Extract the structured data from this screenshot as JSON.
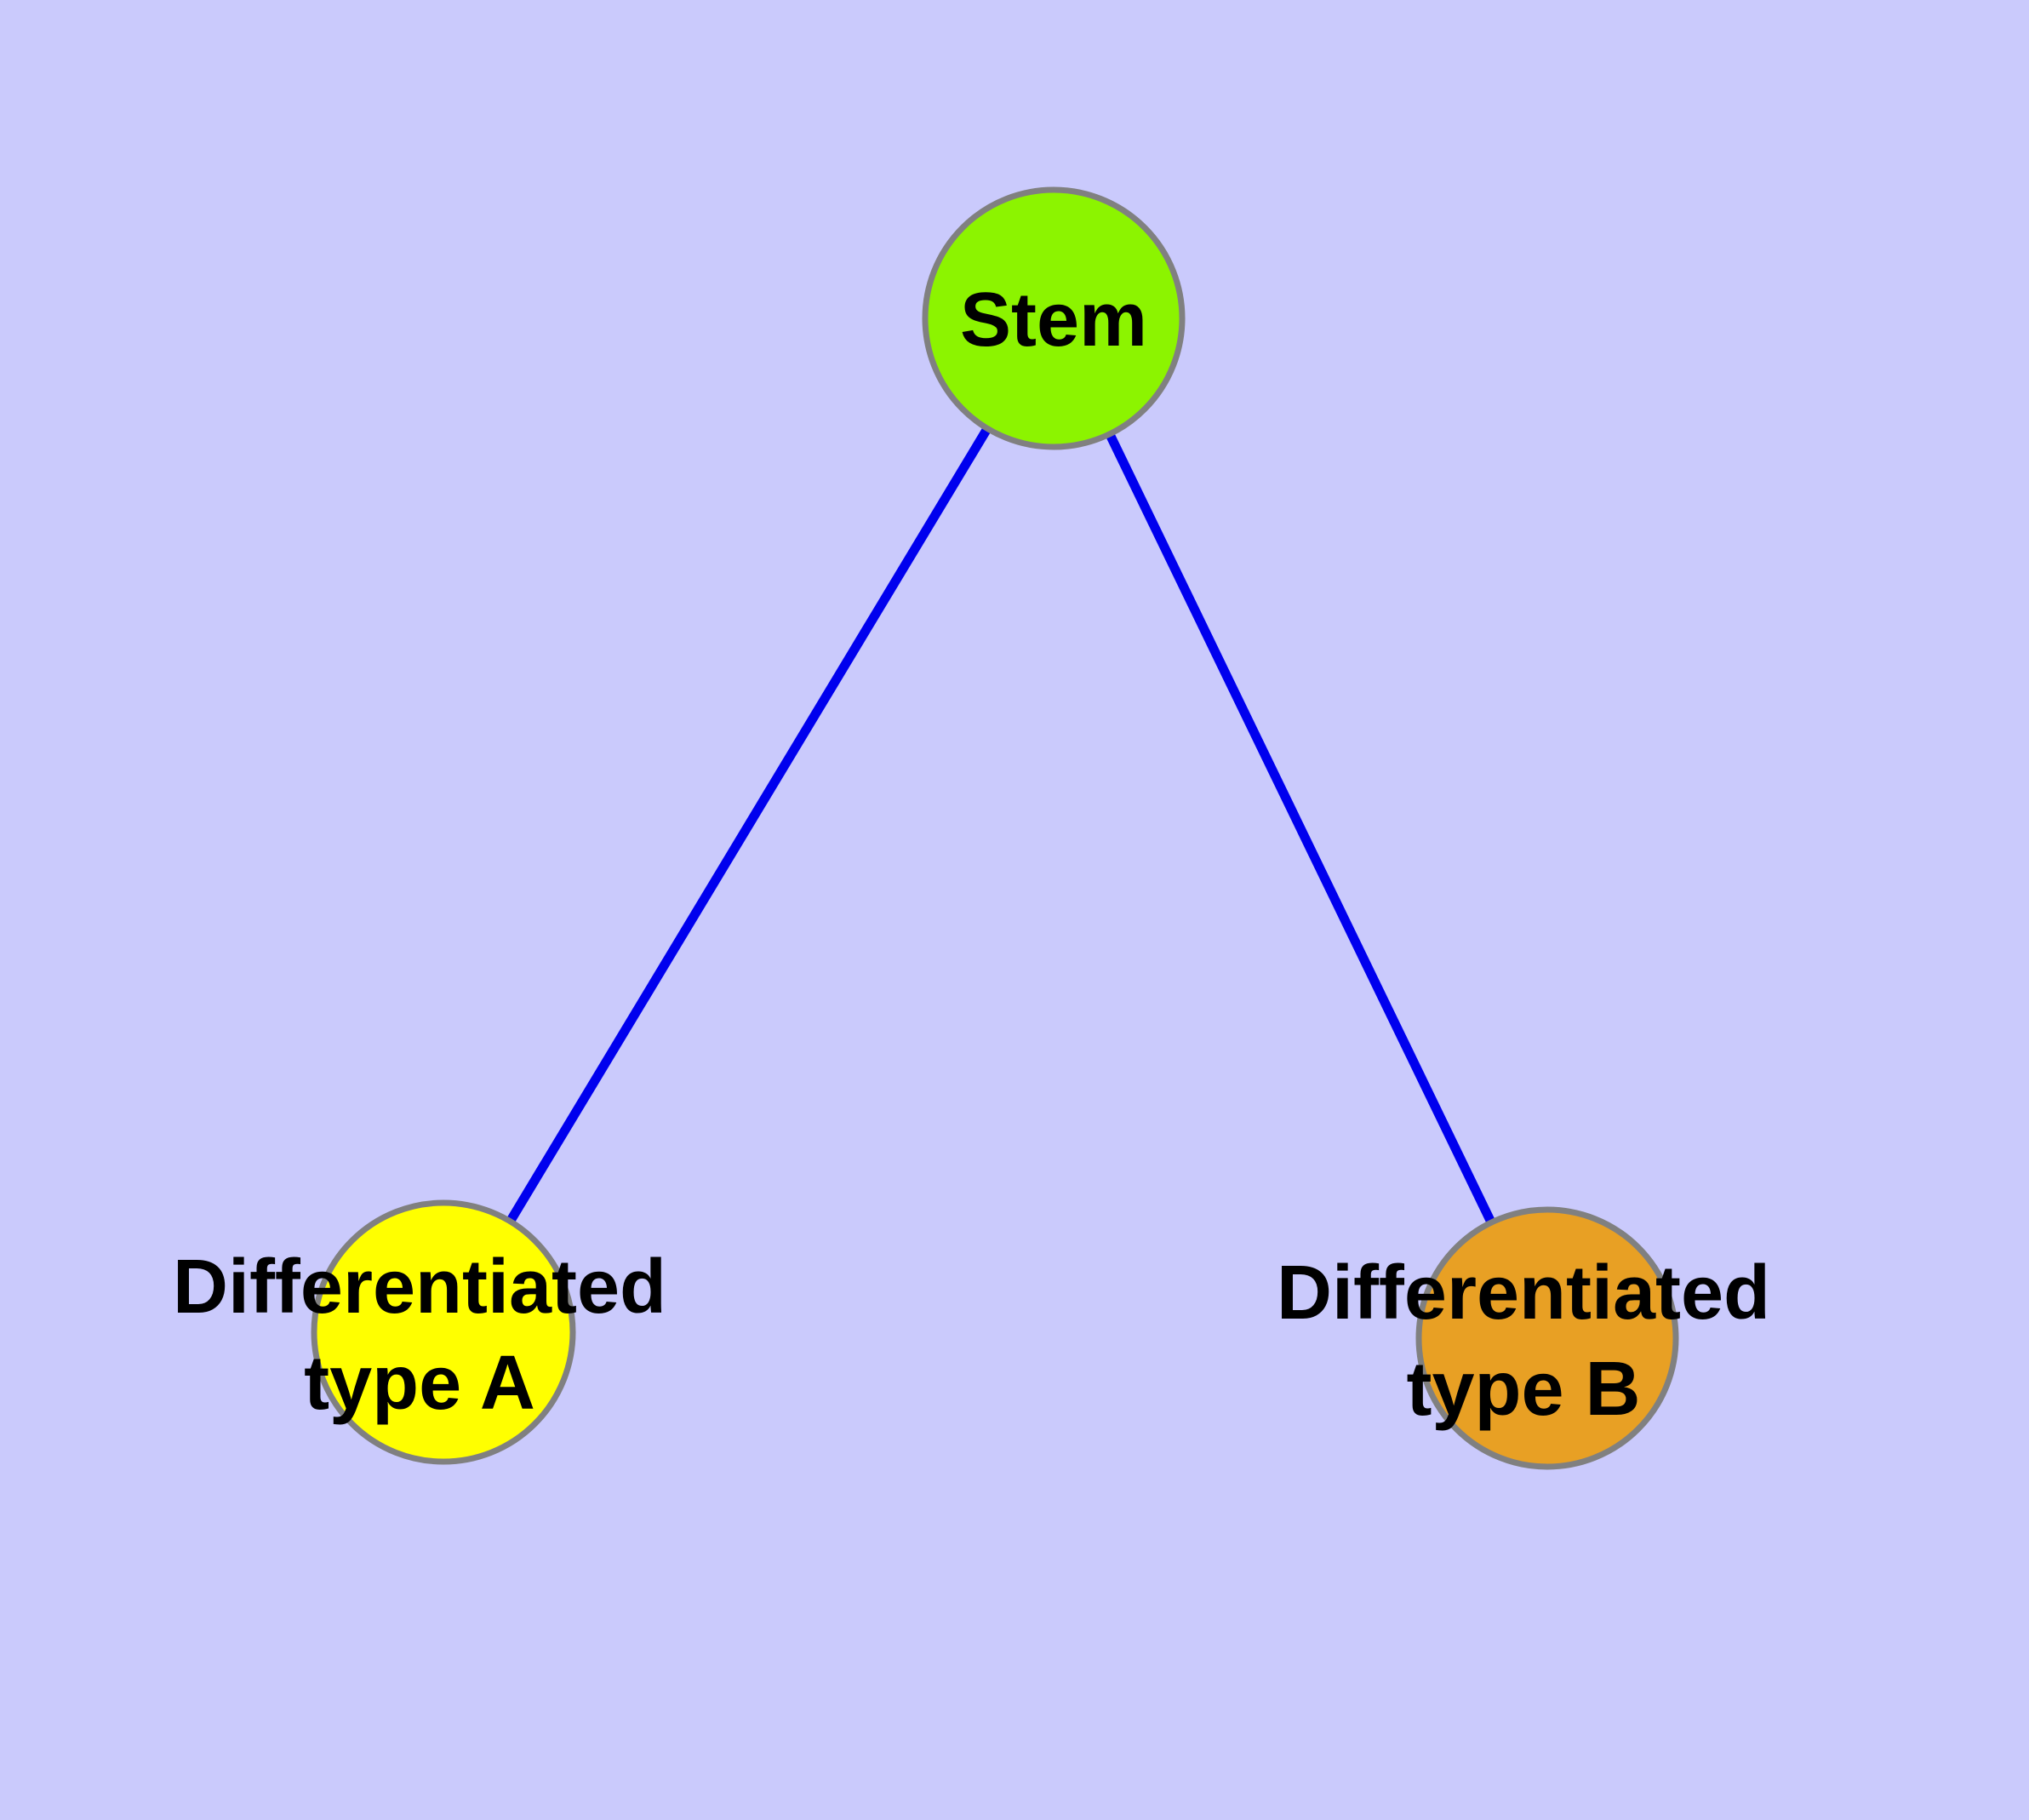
{
  "diagram": {
    "type": "graph",
    "description_of_content": "Stem cell differentiation tree: one stem node branching to two differentiated cell type nodes",
    "colors": {
      "background": "#CACAFC",
      "edge": "#0000EE",
      "node_border": "#808080",
      "stem_fill": "#8CF400",
      "type_a_fill": "#FFFF00",
      "type_b_fill": "#E8A024",
      "label_text": "#000000"
    },
    "nodes": {
      "stem": {
        "label": "Stem"
      },
      "type_a": {
        "label_line1": "Differentiated",
        "label_line2": "type A"
      },
      "type_b": {
        "label_line1": "Differentiated",
        "label_line2": "type B"
      }
    },
    "edges": [
      {
        "from": "Stem",
        "to": "Differentiated type A"
      },
      {
        "from": "Stem",
        "to": "Differentiated type B"
      }
    ]
  }
}
